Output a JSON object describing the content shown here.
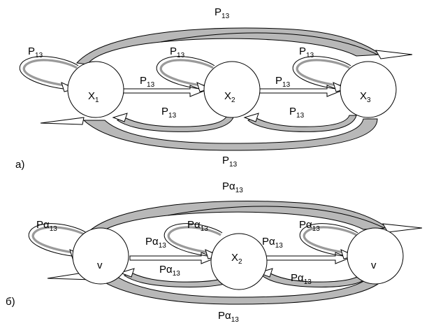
{
  "diagram_a": {
    "panel_label": "а)",
    "nodes": {
      "x1": {
        "main": "X",
        "sub": "1"
      },
      "x2": {
        "main": "X",
        "sub": "2"
      },
      "x3": {
        "main": "X",
        "sub": "3"
      }
    },
    "labels": {
      "top_outer": {
        "main": "P",
        "sub": "13"
      },
      "loop_x1": {
        "main": "P",
        "sub": "13"
      },
      "loop_x2": {
        "main": "P",
        "sub": "13"
      },
      "loop_x3": {
        "main": "P",
        "sub": "13"
      },
      "x1_to_x2": {
        "main": "P",
        "sub": "13"
      },
      "x2_to_x3": {
        "main": "P",
        "sub": "13"
      },
      "x2_to_x1": {
        "main": "P",
        "sub": "13"
      },
      "x3_to_x2": {
        "main": "P",
        "sub": "13"
      },
      "bottom_outer": {
        "main": "P",
        "sub": "13"
      }
    }
  },
  "diagram_b": {
    "panel_label": "б)",
    "nodes": {
      "x1": {
        "main": "v",
        "sub": ""
      },
      "x2": {
        "main": "X",
        "sub": "2"
      },
      "x3": {
        "main": "v",
        "sub": ""
      }
    },
    "labels": {
      "top_outer": {
        "main": "Pα",
        "sub": "13"
      },
      "loop_x1": {
        "main": "Pα",
        "sub": "13"
      },
      "loop_x2": {
        "main": "Pα",
        "sub": "13"
      },
      "loop_x3": {
        "main": "Pα",
        "sub": "13"
      },
      "x1_to_x2": {
        "main": "Pα",
        "sub": "13"
      },
      "x2_to_x3": {
        "main": "Pα",
        "sub": "13"
      },
      "x2_to_x1": {
        "main": "Pα",
        "sub": "13"
      },
      "x3_to_x2": {
        "main": "Pα",
        "sub": "13"
      },
      "bottom_outer": {
        "main": "Pα",
        "sub": "13"
      }
    }
  }
}
